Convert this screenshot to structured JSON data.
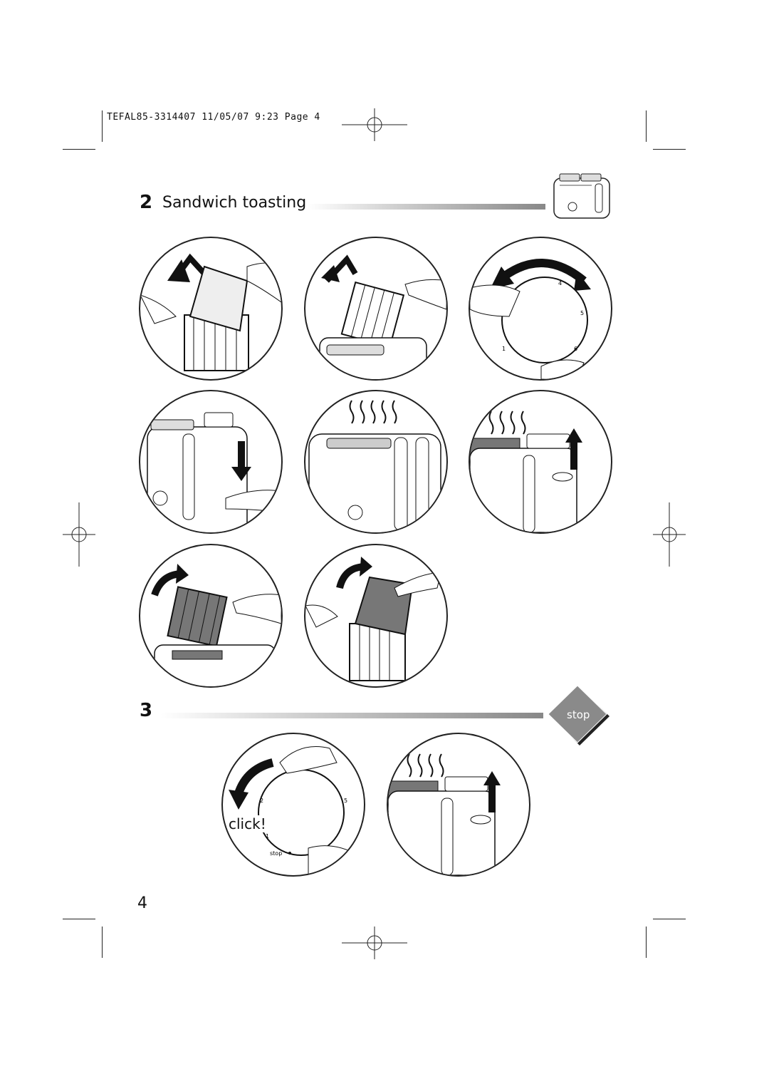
{
  "header": {
    "print_info": "TEFAL85-3314407   11/05/07   9:23   Page 4"
  },
  "section2": {
    "number": "2",
    "title": "Sandwich toasting"
  },
  "section3": {
    "number": "3",
    "stop_badge": "stop"
  },
  "steps_section2": [
    {
      "id": "step-1"
    },
    {
      "id": "step-2"
    },
    {
      "id": "step-3",
      "dial_numbers": [
        "4",
        "5",
        "1",
        "6"
      ]
    },
    {
      "id": "step-4"
    },
    {
      "id": "step-5"
    },
    {
      "id": "step-6"
    },
    {
      "id": "step-7"
    },
    {
      "id": "step-8"
    }
  ],
  "steps_section3": [
    {
      "id": "step-stop-dial",
      "click_label": "click!",
      "dial_numbers": [
        "2",
        "5",
        "1"
      ],
      "stop_label": "stop"
    },
    {
      "id": "step-pop-up"
    }
  ],
  "footer": {
    "page_number": "4"
  },
  "colors": {
    "ink": "#111111",
    "badge_fill": "#8a8a8a",
    "toast": "#777777"
  }
}
